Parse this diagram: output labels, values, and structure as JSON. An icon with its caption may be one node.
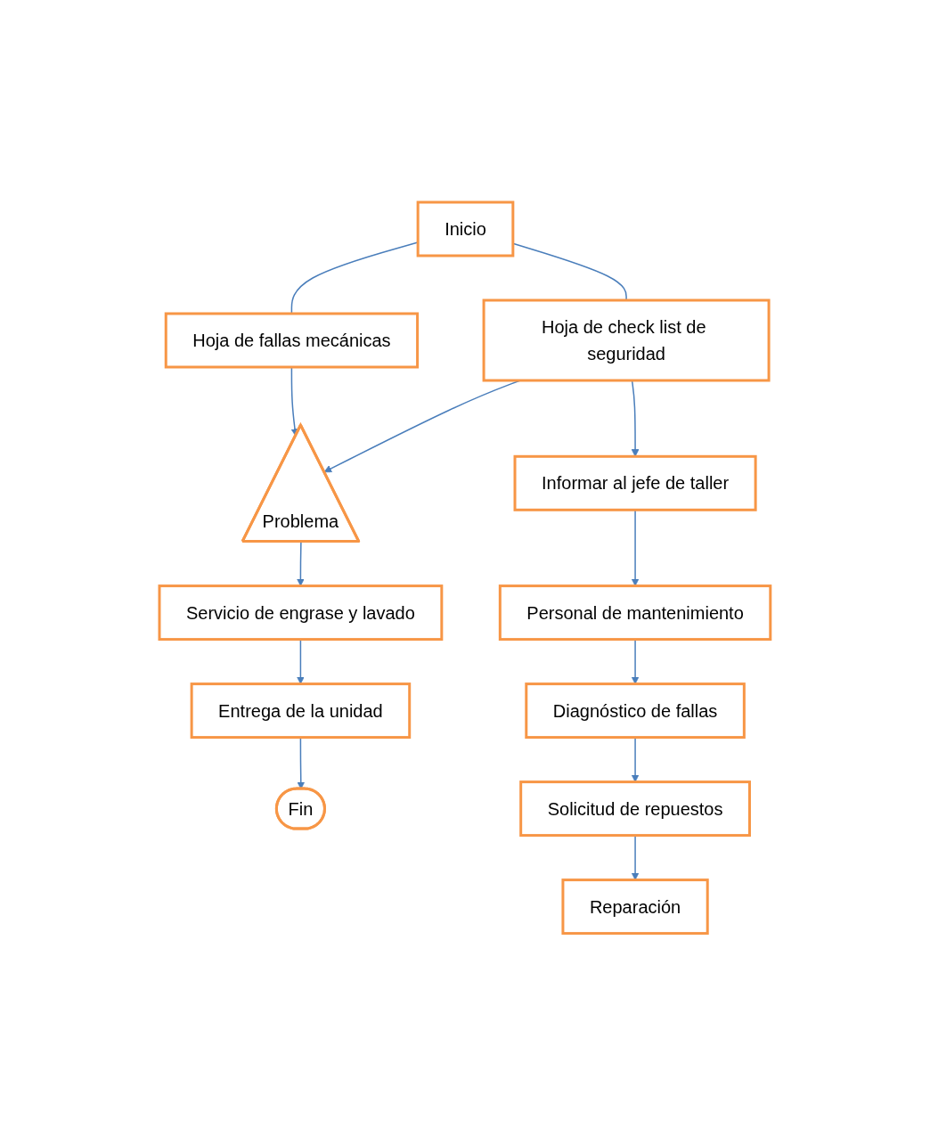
{
  "diagram": {
    "nodes": [
      {
        "text": [
          "Inicio"
        ]
      },
      {
        "text": [
          "Hoja de fallas mecánicas"
        ]
      },
      {
        "text": [
          "Hoja de check list de seguridad"
        ]
      },
      {
        "text": [
          "Problema"
        ]
      },
      {
        "text": [
          "Servicio de engrase y lavado"
        ]
      },
      {
        "text": [
          "Entrega de la unidad"
        ]
      },
      {
        "text": [
          "Fin"
        ]
      },
      {
        "text": [
          "Informar al jefe de taller"
        ]
      },
      {
        "text": [
          "Personal de mantenimiento"
        ]
      },
      {
        "text": [
          "Diagnóstico de fallas"
        ]
      },
      {
        "text": [
          "Solicitud de repuestos"
        ]
      },
      {
        "text": [
          "Reparación"
        ]
      }
    ],
    "edges": [
      {
        "from": 0,
        "to": 1,
        "arrow": "none"
      },
      {
        "from": 0,
        "to": 2,
        "arrow": "none"
      },
      {
        "from": 1,
        "to": 3,
        "arrow": "to"
      },
      {
        "from": 2,
        "to": 3,
        "arrow": "to"
      },
      {
        "from": 3,
        "to": 4,
        "arrow": "to"
      },
      {
        "from": 4,
        "to": 5,
        "arrow": "to"
      },
      {
        "from": 5,
        "to": 6,
        "arrow": "to"
      },
      {
        "from": 2,
        "to": 7,
        "arrow": "to"
      },
      {
        "from": 7,
        "to": 8,
        "arrow": "to"
      },
      {
        "from": 8,
        "to": 9,
        "arrow": "to"
      },
      {
        "from": 9,
        "to": 10,
        "arrow": "to"
      },
      {
        "from": 10,
        "to": 11,
        "arrow": "to"
      }
    ]
  }
}
